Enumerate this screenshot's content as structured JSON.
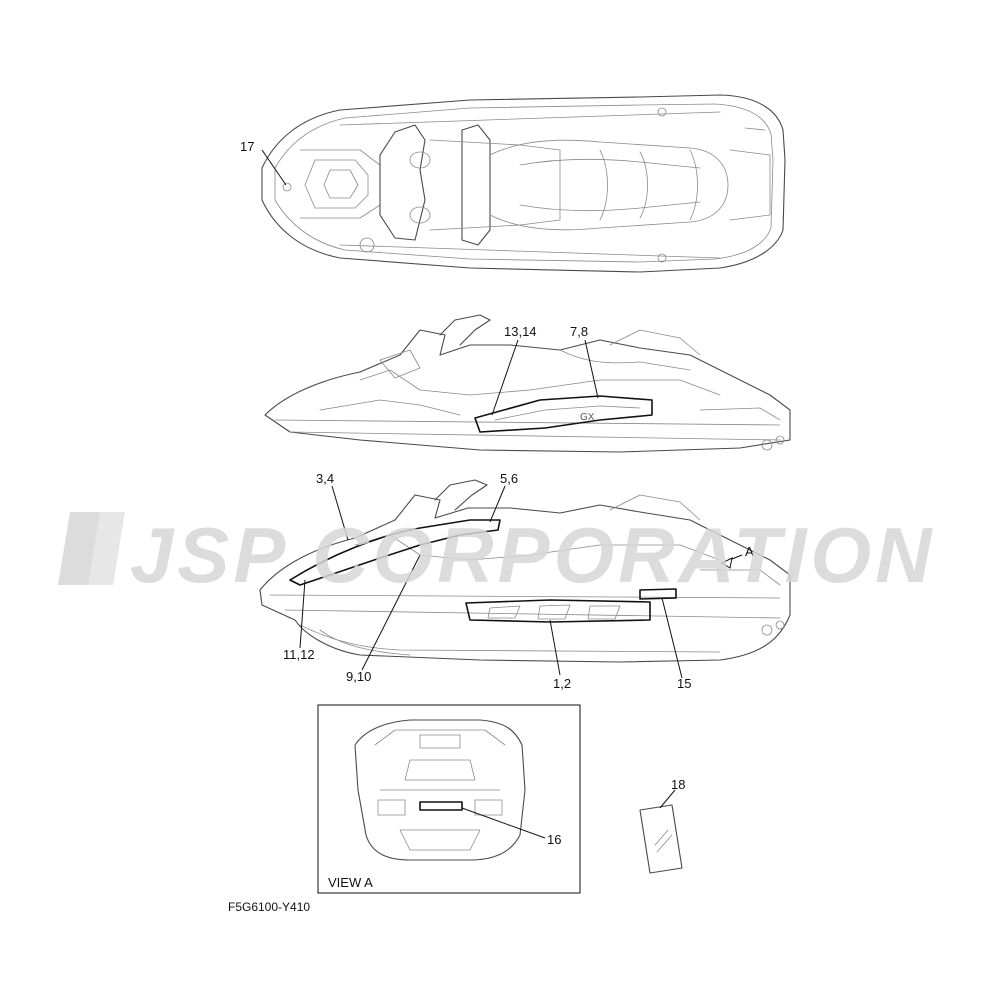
{
  "watermark": {
    "text": "JSP CORPORATION",
    "color": "#d6d6d6"
  },
  "callouts": {
    "c17": "17",
    "c13_14": "13,14",
    "c7_8": "7,8",
    "c3_4": "3,4",
    "c5_6": "5,6",
    "cA": "A",
    "c11_12": "11,12",
    "c9_10": "9,10",
    "c1_2": "1,2",
    "c15": "15",
    "c18": "18",
    "c16": "16"
  },
  "views": {
    "view_a_label": "VIEW A"
  },
  "diagram_code": "F5G6100-Y410"
}
